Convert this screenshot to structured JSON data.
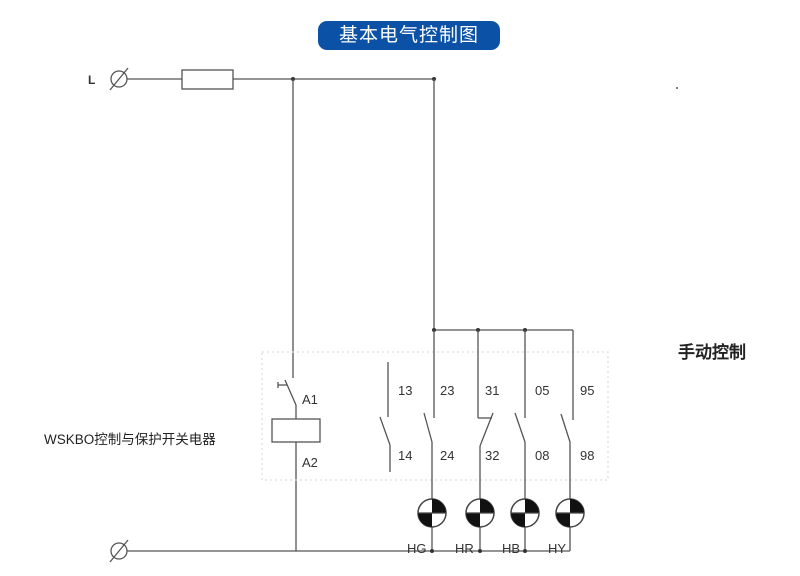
{
  "title": "基本电气控制图",
  "line_label": "L",
  "device_label": "WSKBO控制与保护开关电器",
  "manual_label": "手动控制",
  "coil": {
    "a1": "A1",
    "a2": "A2"
  },
  "contacts": [
    {
      "top": "13",
      "bottom": "14"
    },
    {
      "top": "23",
      "bottom": "24"
    },
    {
      "top": "31",
      "bottom": "32"
    },
    {
      "top": "05",
      "bottom": "08"
    },
    {
      "top": "95",
      "bottom": "98"
    }
  ],
  "lamps": [
    "HG",
    "HR",
    "HB",
    "HY"
  ]
}
